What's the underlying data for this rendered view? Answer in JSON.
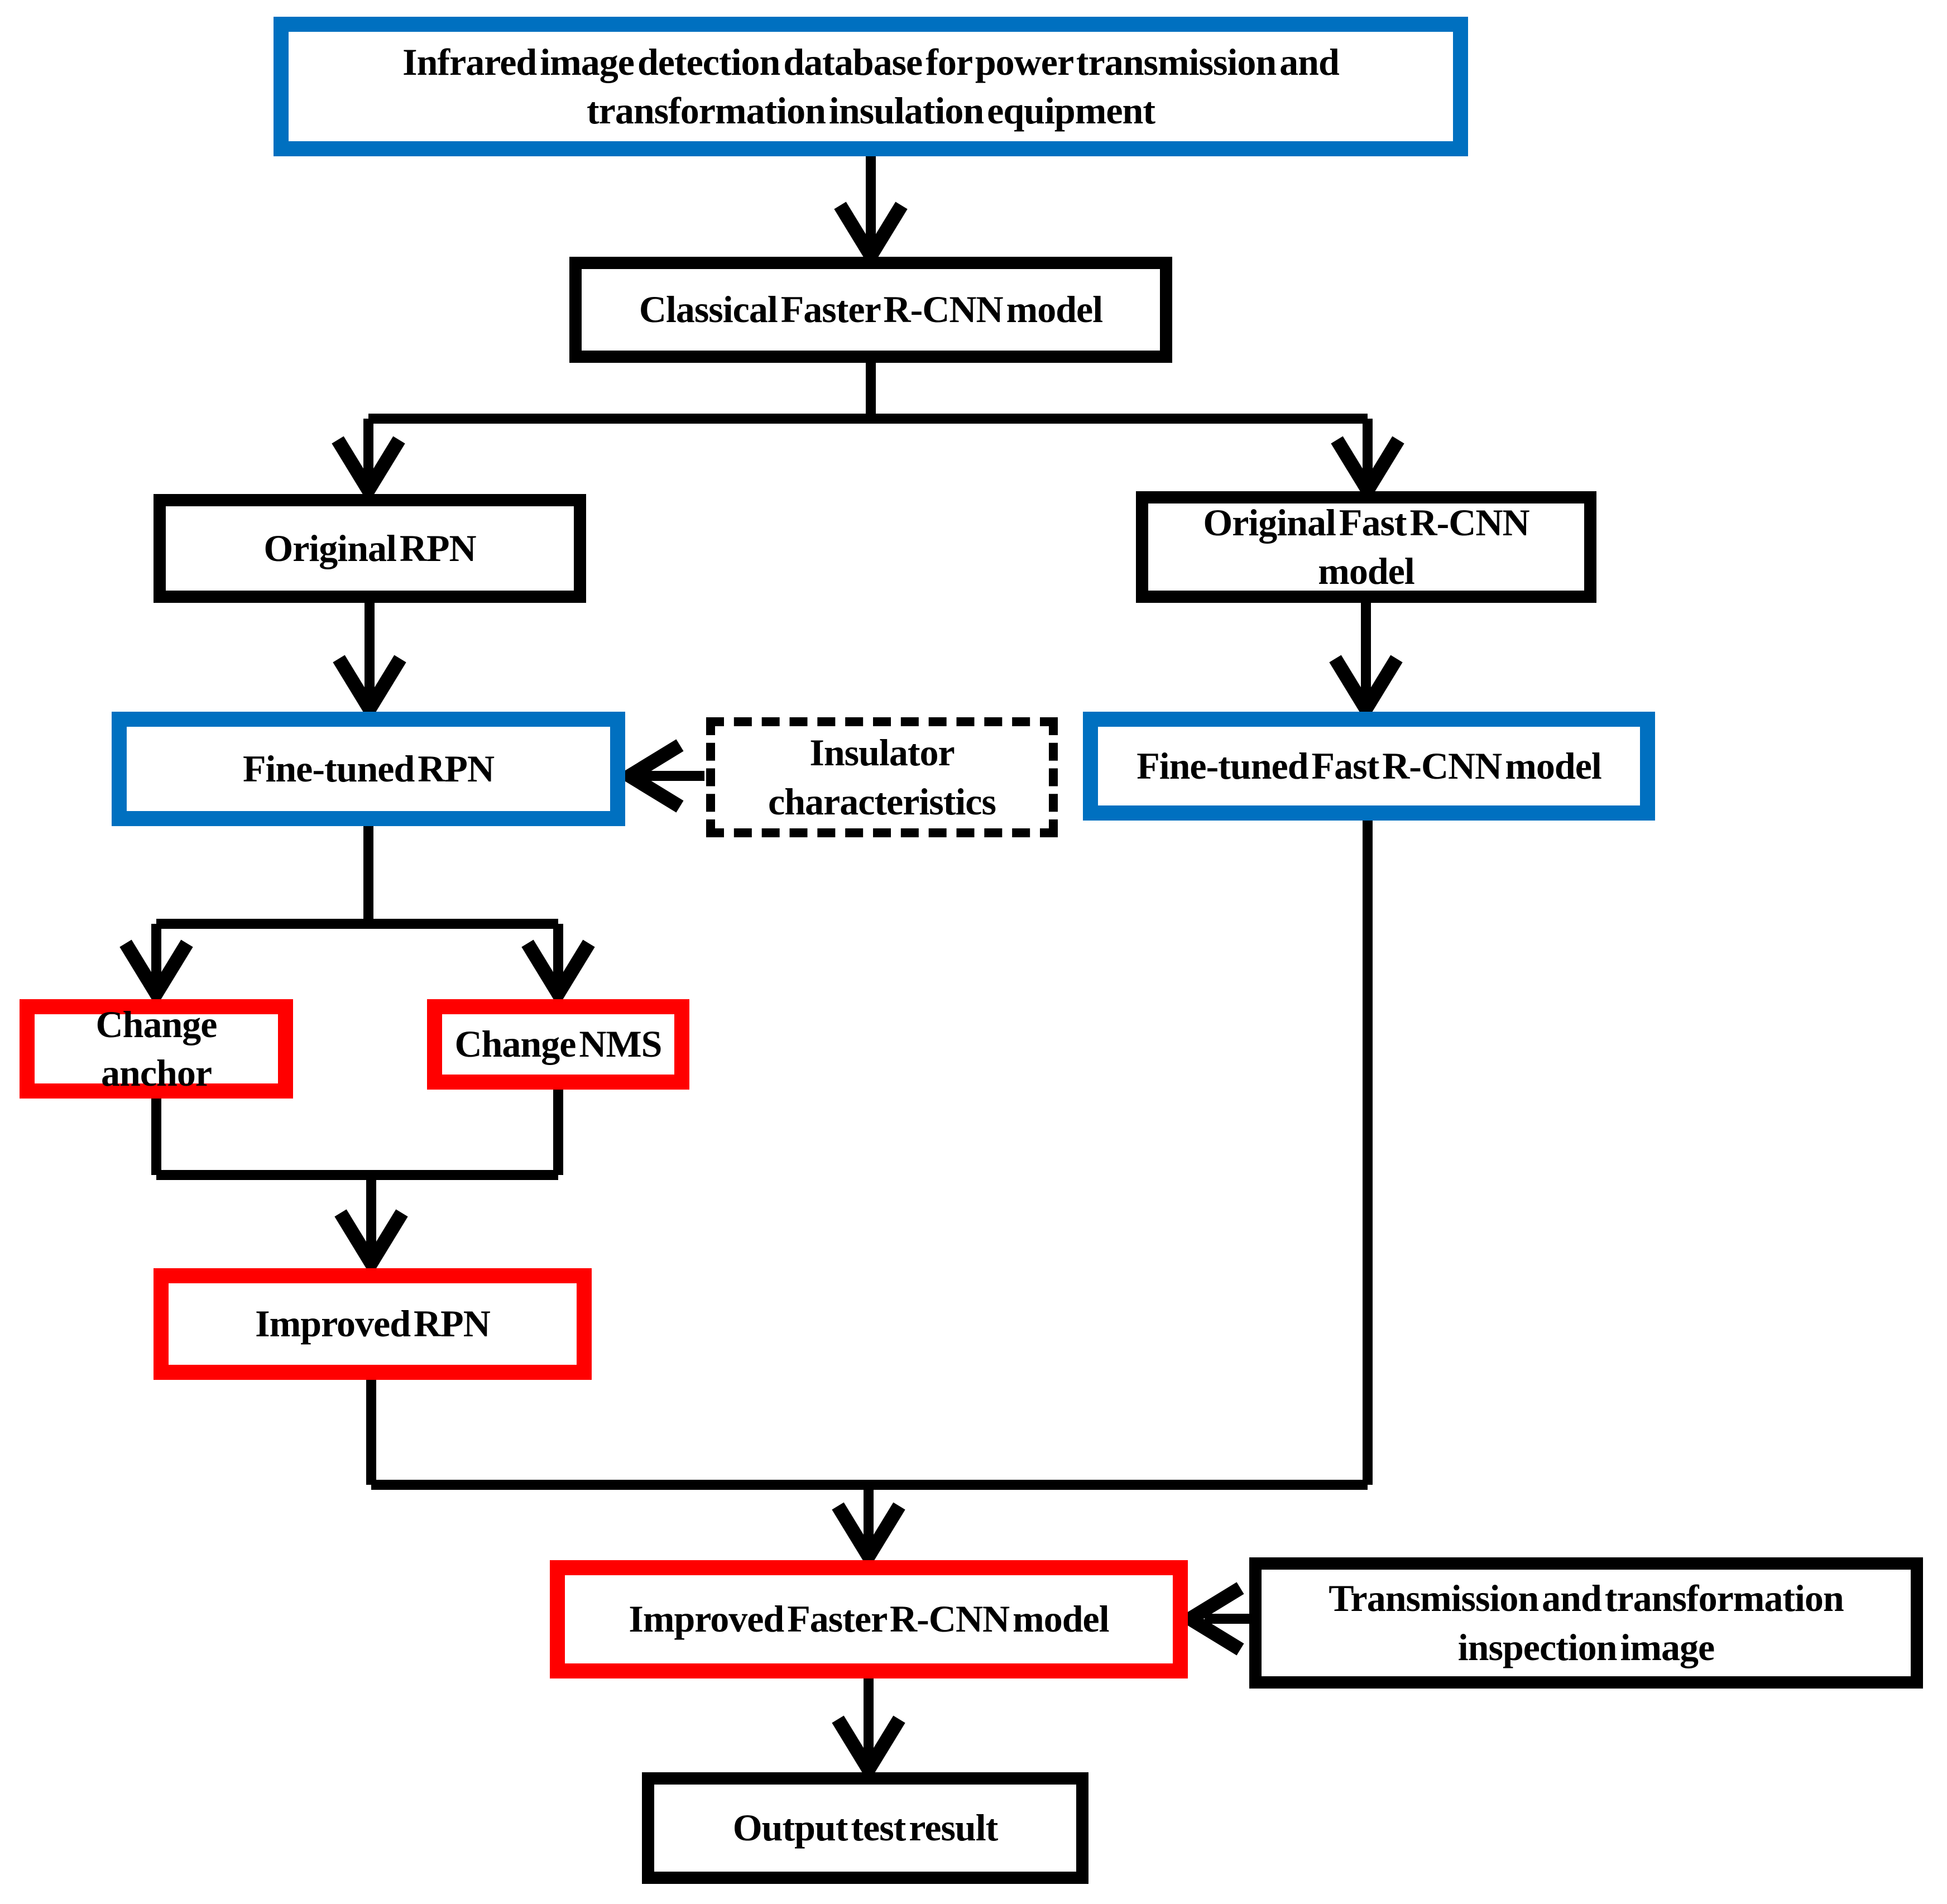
{
  "diagram": {
    "title": "Improved Faster R-CNN training flowchart",
    "colors": {
      "blue": "#0070C0",
      "red": "#FF0000",
      "black": "#000000",
      "background": "#FFFFFF"
    },
    "nodes": {
      "database": {
        "label": "Infrared image detection database for power transmission and transformation insulation equipment",
        "style": "blue"
      },
      "classical": {
        "label": "Classical Faster R-CNN model",
        "style": "black"
      },
      "original_rpn": {
        "label": "Original RPN",
        "style": "black"
      },
      "original_fast": {
        "label": "Original Fast R-CNN model",
        "style": "black"
      },
      "finetuned_rpn": {
        "label": "Fine-tuned RPN",
        "style": "blue"
      },
      "insulator": {
        "label": "Insulator characteristics",
        "style": "dashed"
      },
      "finetuned_fast": {
        "label": "Fine-tuned Fast R-CNN model",
        "style": "blue"
      },
      "change_anchor": {
        "label": "Change anchor",
        "style": "red"
      },
      "change_nms": {
        "label": "Change NMS",
        "style": "red"
      },
      "improved_rpn": {
        "label": "Improved RPN",
        "style": "red"
      },
      "improved_faster": {
        "label": "Improved Faster R-CNN model",
        "style": "red"
      },
      "transmission": {
        "label": "Transmission and transformation inspection image",
        "style": "black"
      },
      "output": {
        "label": "Output test result",
        "style": "black"
      }
    }
  }
}
